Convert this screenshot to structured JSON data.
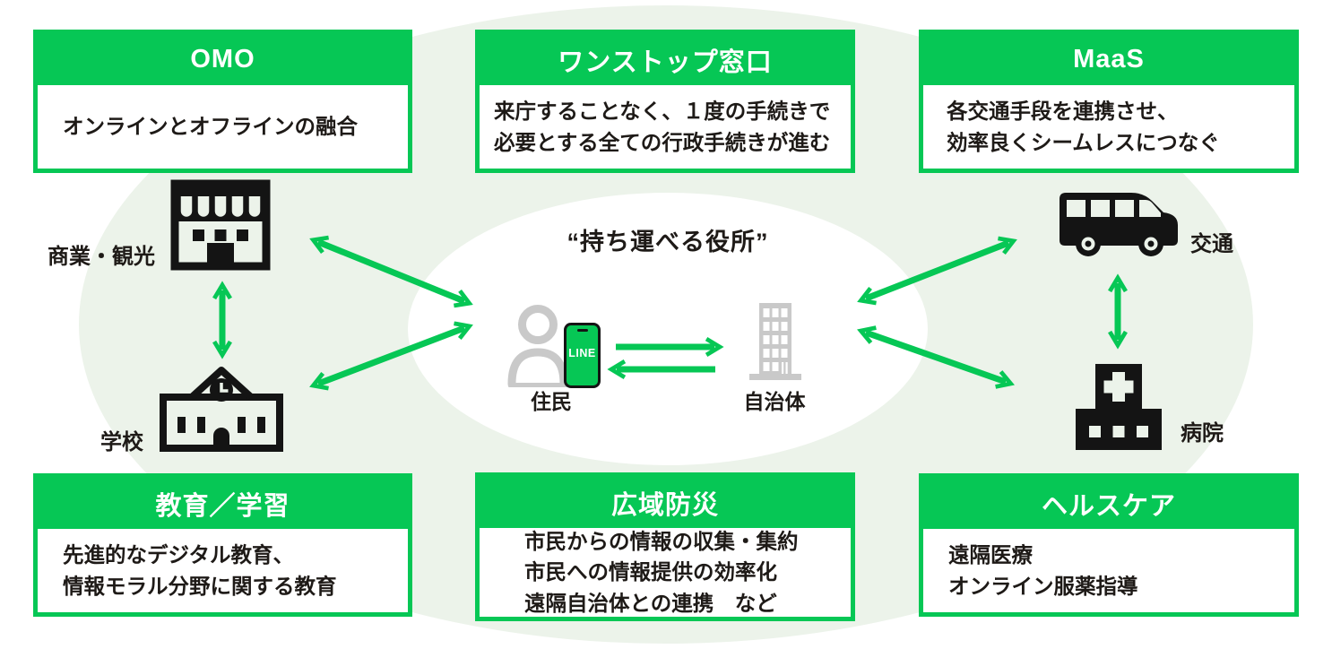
{
  "colors": {
    "brand_green": "#06C755",
    "field_light_green": "#ECF3EA",
    "text_dark": "#1E1A17",
    "icon_gray": "#C9C9C9",
    "icon_black": "#141414"
  },
  "center": {
    "title": "“持ち運べる役所”",
    "resident_label": "住民",
    "municipality_label": "自治体",
    "phone_app_label": "LINE"
  },
  "satellites": {
    "commerce_tourism": "商業・観光",
    "school": "学校",
    "transport": "交通",
    "hospital": "病院"
  },
  "boxes": [
    {
      "title": "OMO",
      "body": "オンラインとオフラインの融合"
    },
    {
      "title": "ワンストップ窓口",
      "body": "来庁することなく、１度の手続きで\n必要とする全ての行政手続きが進む"
    },
    {
      "title": "MaaS",
      "body": "各交通手段を連携させ、\n効率良くシームレスにつなぐ"
    },
    {
      "title": "教育／学習",
      "body": "先進的なデジタル教育、\n情報モラル分野に関する教育"
    },
    {
      "title": "広域防災",
      "body": "市民からの情報の収集・集約\n市民への情報提供の効率化\n遠隔自治体との連携　など"
    },
    {
      "title": "ヘルスケア",
      "body": "遠隔医療\nオンライン服薬指導"
    }
  ]
}
